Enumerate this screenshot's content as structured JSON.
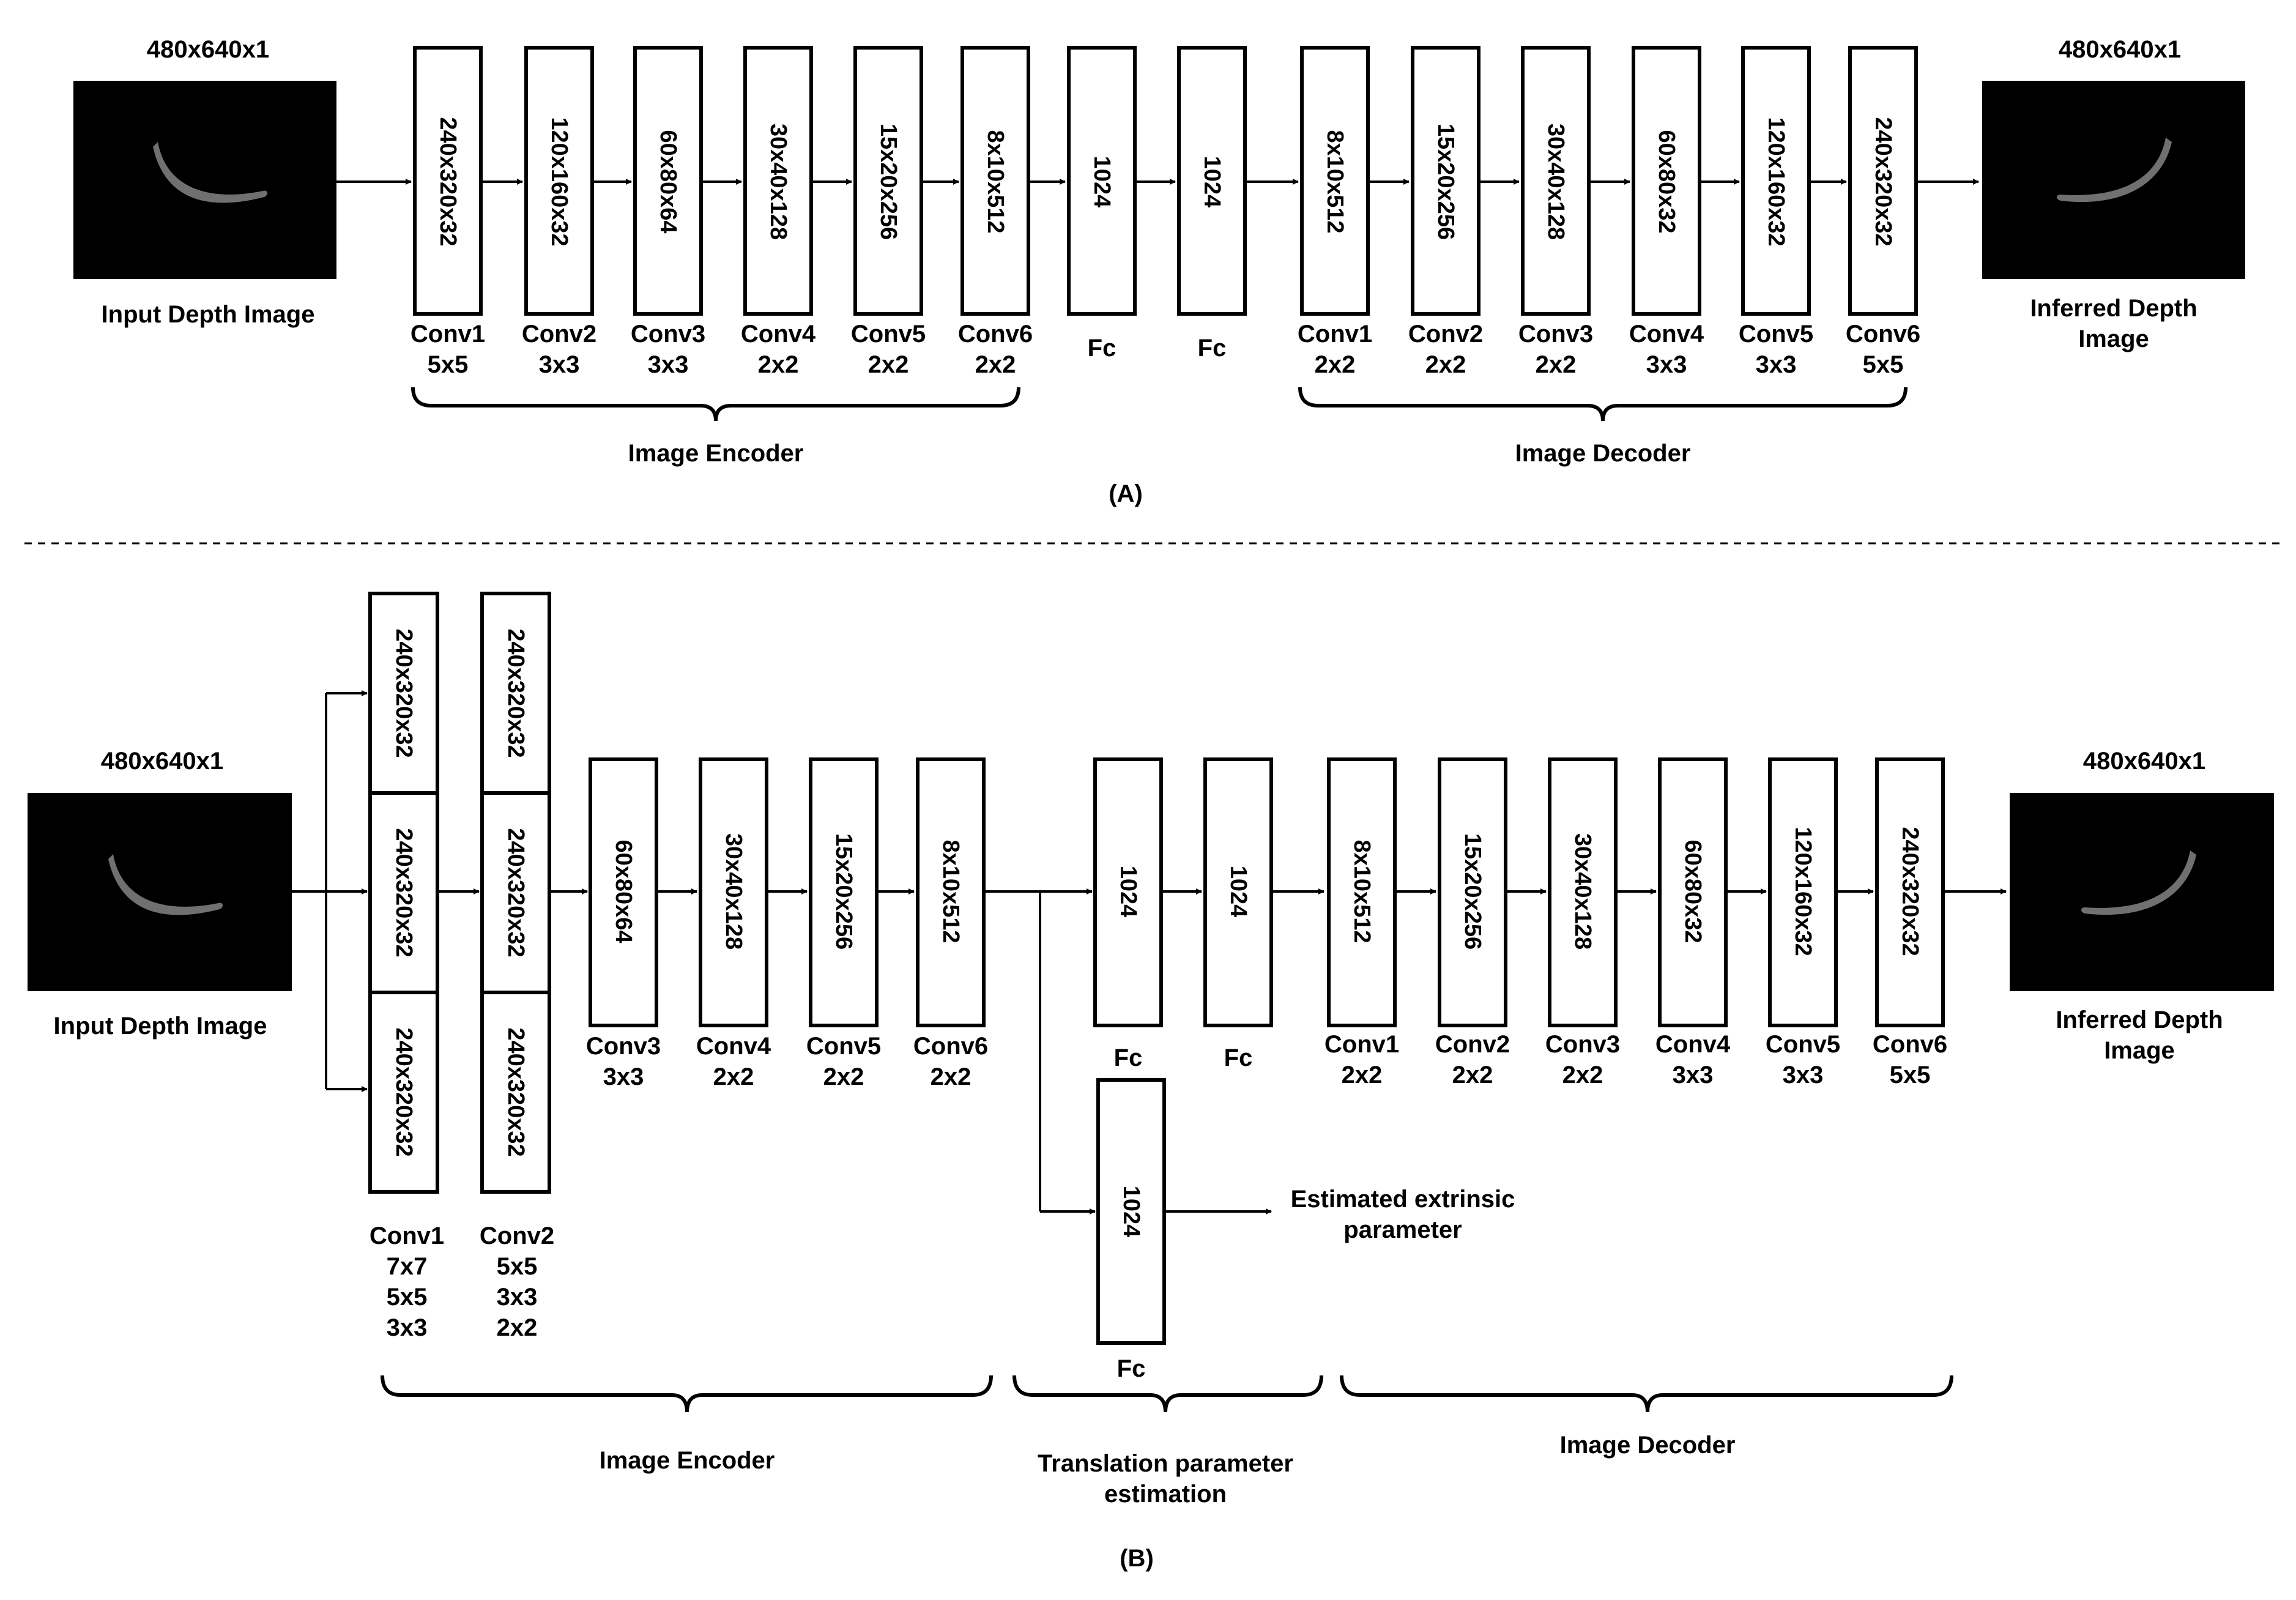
{
  "part_a": {
    "caption": "(A)",
    "input_size": "480x640x1",
    "input_label": "Input Depth Image",
    "output_size": "480x640x1",
    "output_label_line1": "Inferred Depth",
    "output_label_line2": "Image",
    "blocks": [
      {
        "size": "240x320x32",
        "name": "Conv1",
        "kernel": "5x5"
      },
      {
        "size": "120x160x32",
        "name": "Conv2",
        "kernel": "3x3"
      },
      {
        "size": "60x80x64",
        "name": "Conv3",
        "kernel": "3x3"
      },
      {
        "size": "30x40x128",
        "name": "Conv4",
        "kernel": "2x2"
      },
      {
        "size": "15x20x256",
        "name": "Conv5",
        "kernel": "2x2"
      },
      {
        "size": "8x10x512",
        "name": "Conv6",
        "kernel": "2x2"
      },
      {
        "size": "1024",
        "name": "Fc",
        "kernel": ""
      },
      {
        "size": "1024",
        "name": "Fc",
        "kernel": ""
      },
      {
        "size": "8x10x512",
        "name": "Conv1",
        "kernel": "2x2"
      },
      {
        "size": "15x20x256",
        "name": "Conv2",
        "kernel": "2x2"
      },
      {
        "size": "30x40x128",
        "name": "Conv3",
        "kernel": "2x2"
      },
      {
        "size": "60x80x32",
        "name": "Conv4",
        "kernel": "3x3"
      },
      {
        "size": "120x160x32",
        "name": "Conv5",
        "kernel": "3x3"
      },
      {
        "size": "240x320x32",
        "name": "Conv6",
        "kernel": "5x5"
      }
    ],
    "encoder_label": "Image Encoder",
    "decoder_label": "Image Decoder"
  },
  "part_b": {
    "caption": "(B)",
    "input_size": "480x640x1",
    "input_label": "Input Depth Image",
    "output_size": "480x640x1",
    "output_label_line1": "Inferred Depth",
    "output_label_line2": "Image",
    "conv1_sizes": [
      "240x320x32",
      "240x320x32",
      "240x320x32"
    ],
    "conv2_sizes": [
      "240x320x32",
      "240x320x32",
      "240x320x32"
    ],
    "conv1_label": [
      "Conv1",
      "7x7",
      "5x5",
      "3x3"
    ],
    "conv2_label": [
      "Conv2",
      "5x5",
      "3x3",
      "2x2"
    ],
    "enc_blocks": [
      {
        "size": "60x80x64",
        "name": "Conv3",
        "kernel": "3x3"
      },
      {
        "size": "30x40x128",
        "name": "Conv4",
        "kernel": "2x2"
      },
      {
        "size": "15x20x256",
        "name": "Conv5",
        "kernel": "2x2"
      },
      {
        "size": "8x10x512",
        "name": "Conv6",
        "kernel": "2x2"
      }
    ],
    "fc_blocks": [
      {
        "size": "1024",
        "name": "Fc"
      },
      {
        "size": "1024",
        "name": "Fc"
      }
    ],
    "translation_fc": {
      "size": "1024",
      "name": "Fc"
    },
    "extrinsic_line1": "Estimated extrinsic",
    "extrinsic_line2": "parameter",
    "dec_blocks": [
      {
        "size": "8x10x512",
        "name": "Conv1",
        "kernel": "2x2"
      },
      {
        "size": "15x20x256",
        "name": "Conv2",
        "kernel": "2x2"
      },
      {
        "size": "30x40x128",
        "name": "Conv3",
        "kernel": "2x2"
      },
      {
        "size": "60x80x32",
        "name": "Conv4",
        "kernel": "3x3"
      },
      {
        "size": "120x160x32",
        "name": "Conv5",
        "kernel": "3x3"
      },
      {
        "size": "240x320x32",
        "name": "Conv6",
        "kernel": "5x5"
      }
    ],
    "encoder_label": "Image Encoder",
    "translation_label_line1": "Translation parameter",
    "translation_label_line2": "estimation",
    "decoder_label": "Image Decoder"
  }
}
